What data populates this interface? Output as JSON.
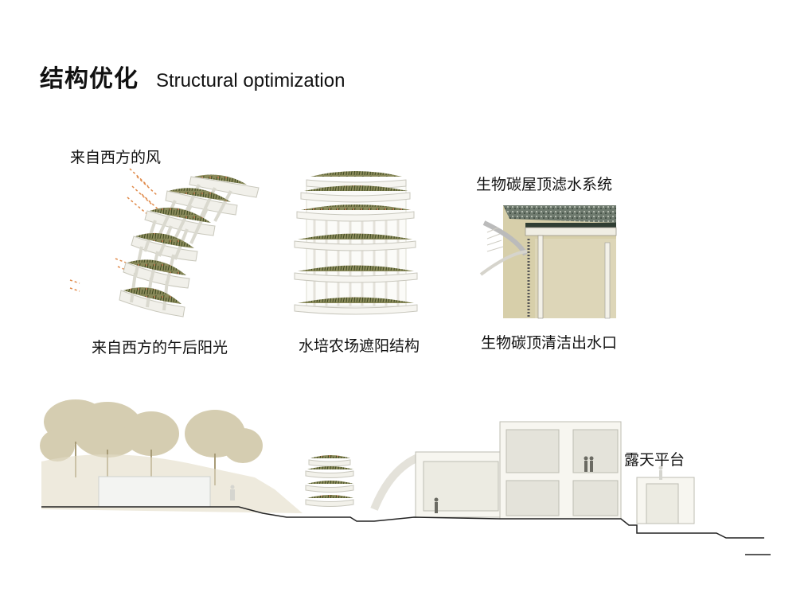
{
  "title": {
    "cn": "结构优化",
    "en": "Structural optimization"
  },
  "panels": {
    "left_top": "来自西方的风",
    "left_bottom": "来自西方的午后阳光",
    "middle_bottom": "水培农场遮阳结构",
    "right_top": "生物碳屋顶滤水系统",
    "right_bottom": "生物碳顶清洁出水口"
  },
  "section": {
    "terrace_label": "露天平台"
  },
  "colors": {
    "greenery": "#6f7c45",
    "wall": "#ecebe2",
    "tree": "#c8bd97",
    "ground_line": "#222222"
  }
}
